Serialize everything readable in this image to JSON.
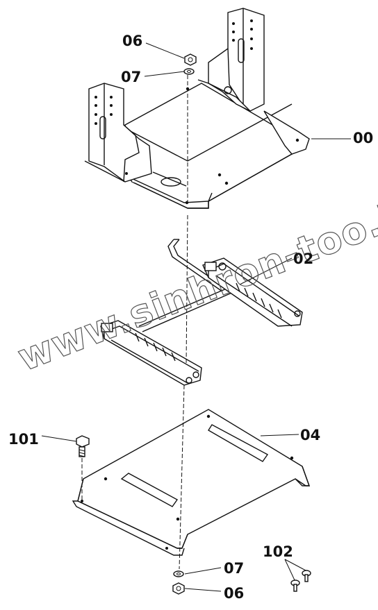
{
  "labels": {
    "p06_top": "06",
    "p07_top": "07",
    "p00": "00",
    "p02": "02",
    "p101": "101",
    "p04": "04",
    "p102": "102",
    "p07_bottom": "07",
    "p06_bottom": "06"
  },
  "watermark": "www.sinhron-too.kz"
}
